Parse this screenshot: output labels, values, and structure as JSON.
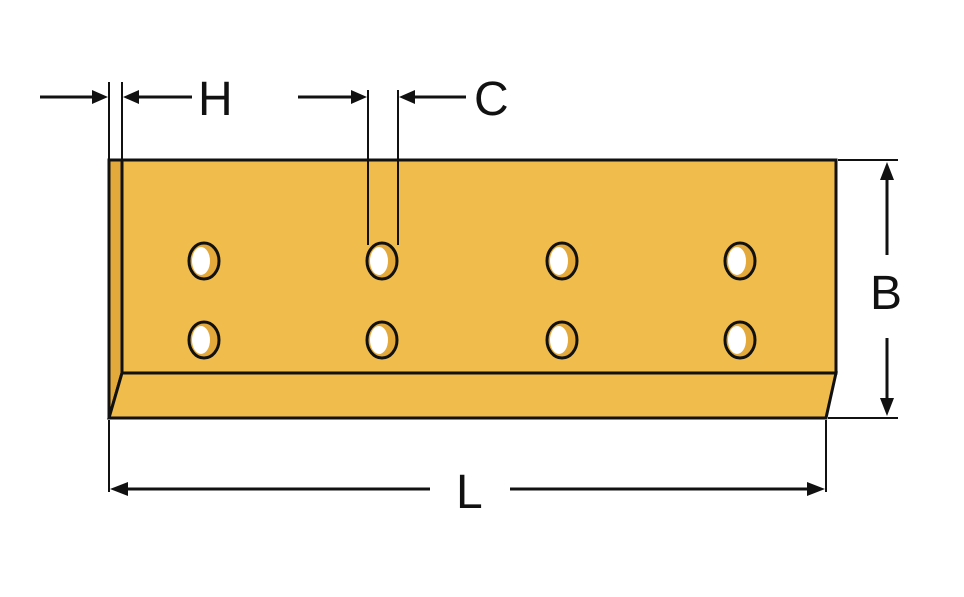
{
  "diagram": {
    "colors": {
      "blade_fill": "#F0BC4C",
      "blade_shade": "#E3A93A",
      "outline": "#111111",
      "hole_fill": "#ffffff"
    },
    "labels": {
      "h": "H",
      "c": "C",
      "b": "B",
      "l": "L"
    },
    "hole_grid": {
      "rows": 2,
      "columns": 4
    }
  }
}
